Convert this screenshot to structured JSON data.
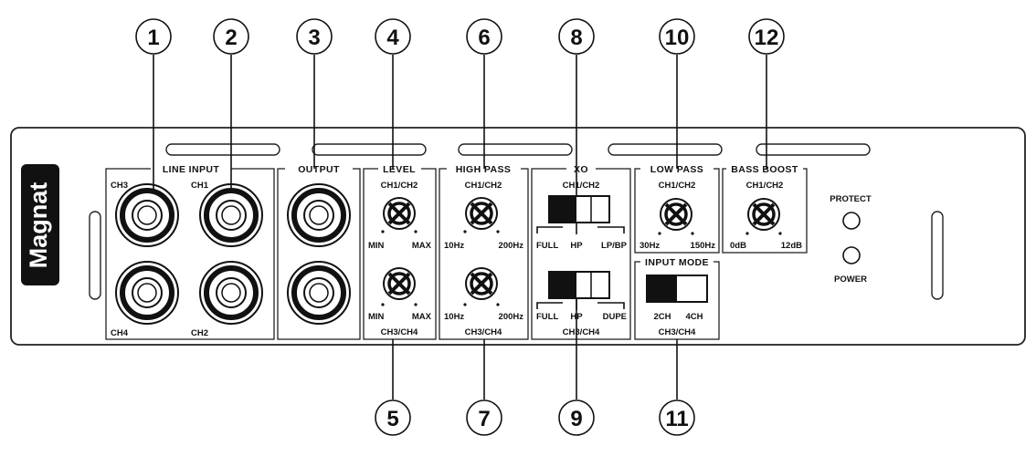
{
  "brand": {
    "logo_text": "Magnat"
  },
  "callouts": [
    "1",
    "2",
    "3",
    "4",
    "5",
    "6",
    "7",
    "8",
    "9",
    "10",
    "11",
    "12"
  ],
  "sections": {
    "line_input": {
      "title": "LINE INPUT",
      "jack_labels": [
        "CH3",
        "CH1",
        "CH4",
        "CH2"
      ]
    },
    "output": {
      "title": "OUTPUT"
    },
    "level": {
      "title": "LEVEL",
      "top_channel": "CH1/CH2",
      "bottom_channel": "CH3/CH4",
      "min": "MIN",
      "max": "MAX"
    },
    "high_pass": {
      "title": "HIGH PASS",
      "top_channel": "CH1/CH2",
      "bottom_channel": "CH3/CH4",
      "min": "10Hz",
      "max": "200Hz"
    },
    "xo": {
      "title": "XO",
      "top_channel": "CH1/CH2",
      "bottom_channel": "CH3/CH4",
      "top_options": [
        "FULL",
        "HP",
        "LP/BP"
      ],
      "bottom_options": [
        "FULL",
        "HP",
        "DUPE"
      ]
    },
    "low_pass": {
      "title": "LOW PASS",
      "channel": "CH1/CH2",
      "min": "30Hz",
      "max": "150Hz"
    },
    "bass_boost": {
      "title": "BASS BOOST",
      "channel": "CH1/CH2",
      "min": "0dB",
      "max": "12dB"
    },
    "input_mode": {
      "title": "INPUT MODE",
      "channel": "CH3/CH4",
      "options": [
        "2CH",
        "4CH"
      ]
    },
    "indicators": {
      "protect": "PROTECT",
      "power": "POWER"
    }
  },
  "colors": {
    "ink": "#111111",
    "panel": "#ffffff",
    "switch_dark": "#111111"
  }
}
